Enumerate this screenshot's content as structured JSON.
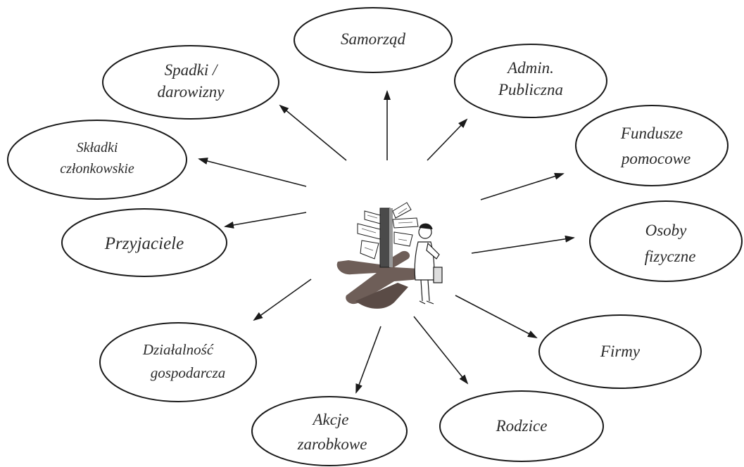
{
  "nodes": [
    {
      "id": "samorzad",
      "lines": [
        "Samorząd"
      ]
    },
    {
      "id": "spadki",
      "lines": [
        "Spadki /",
        "darowizny"
      ]
    },
    {
      "id": "admin",
      "lines": [
        "Admin.",
        "Publiczna"
      ]
    },
    {
      "id": "skladki",
      "lines": [
        "Składki",
        "członkowskie"
      ]
    },
    {
      "id": "fundusze",
      "lines": [
        "Fundusze",
        "pomocowe"
      ]
    },
    {
      "id": "przyjaciele",
      "lines": [
        "Przyjaciele"
      ]
    },
    {
      "id": "osoby",
      "lines": [
        "Osoby",
        "fizyczne"
      ]
    },
    {
      "id": "dzialalnosc",
      "lines": [
        "Działalność",
        "gospodarcza"
      ]
    },
    {
      "id": "firmy",
      "lines": [
        "Firmy"
      ]
    },
    {
      "id": "akcje",
      "lines": [
        "Akcje",
        "zarobkowe"
      ]
    },
    {
      "id": "rodzice",
      "lines": [
        "Rodzice"
      ]
    }
  ],
  "center_illustration": "signpost-person-clipart"
}
